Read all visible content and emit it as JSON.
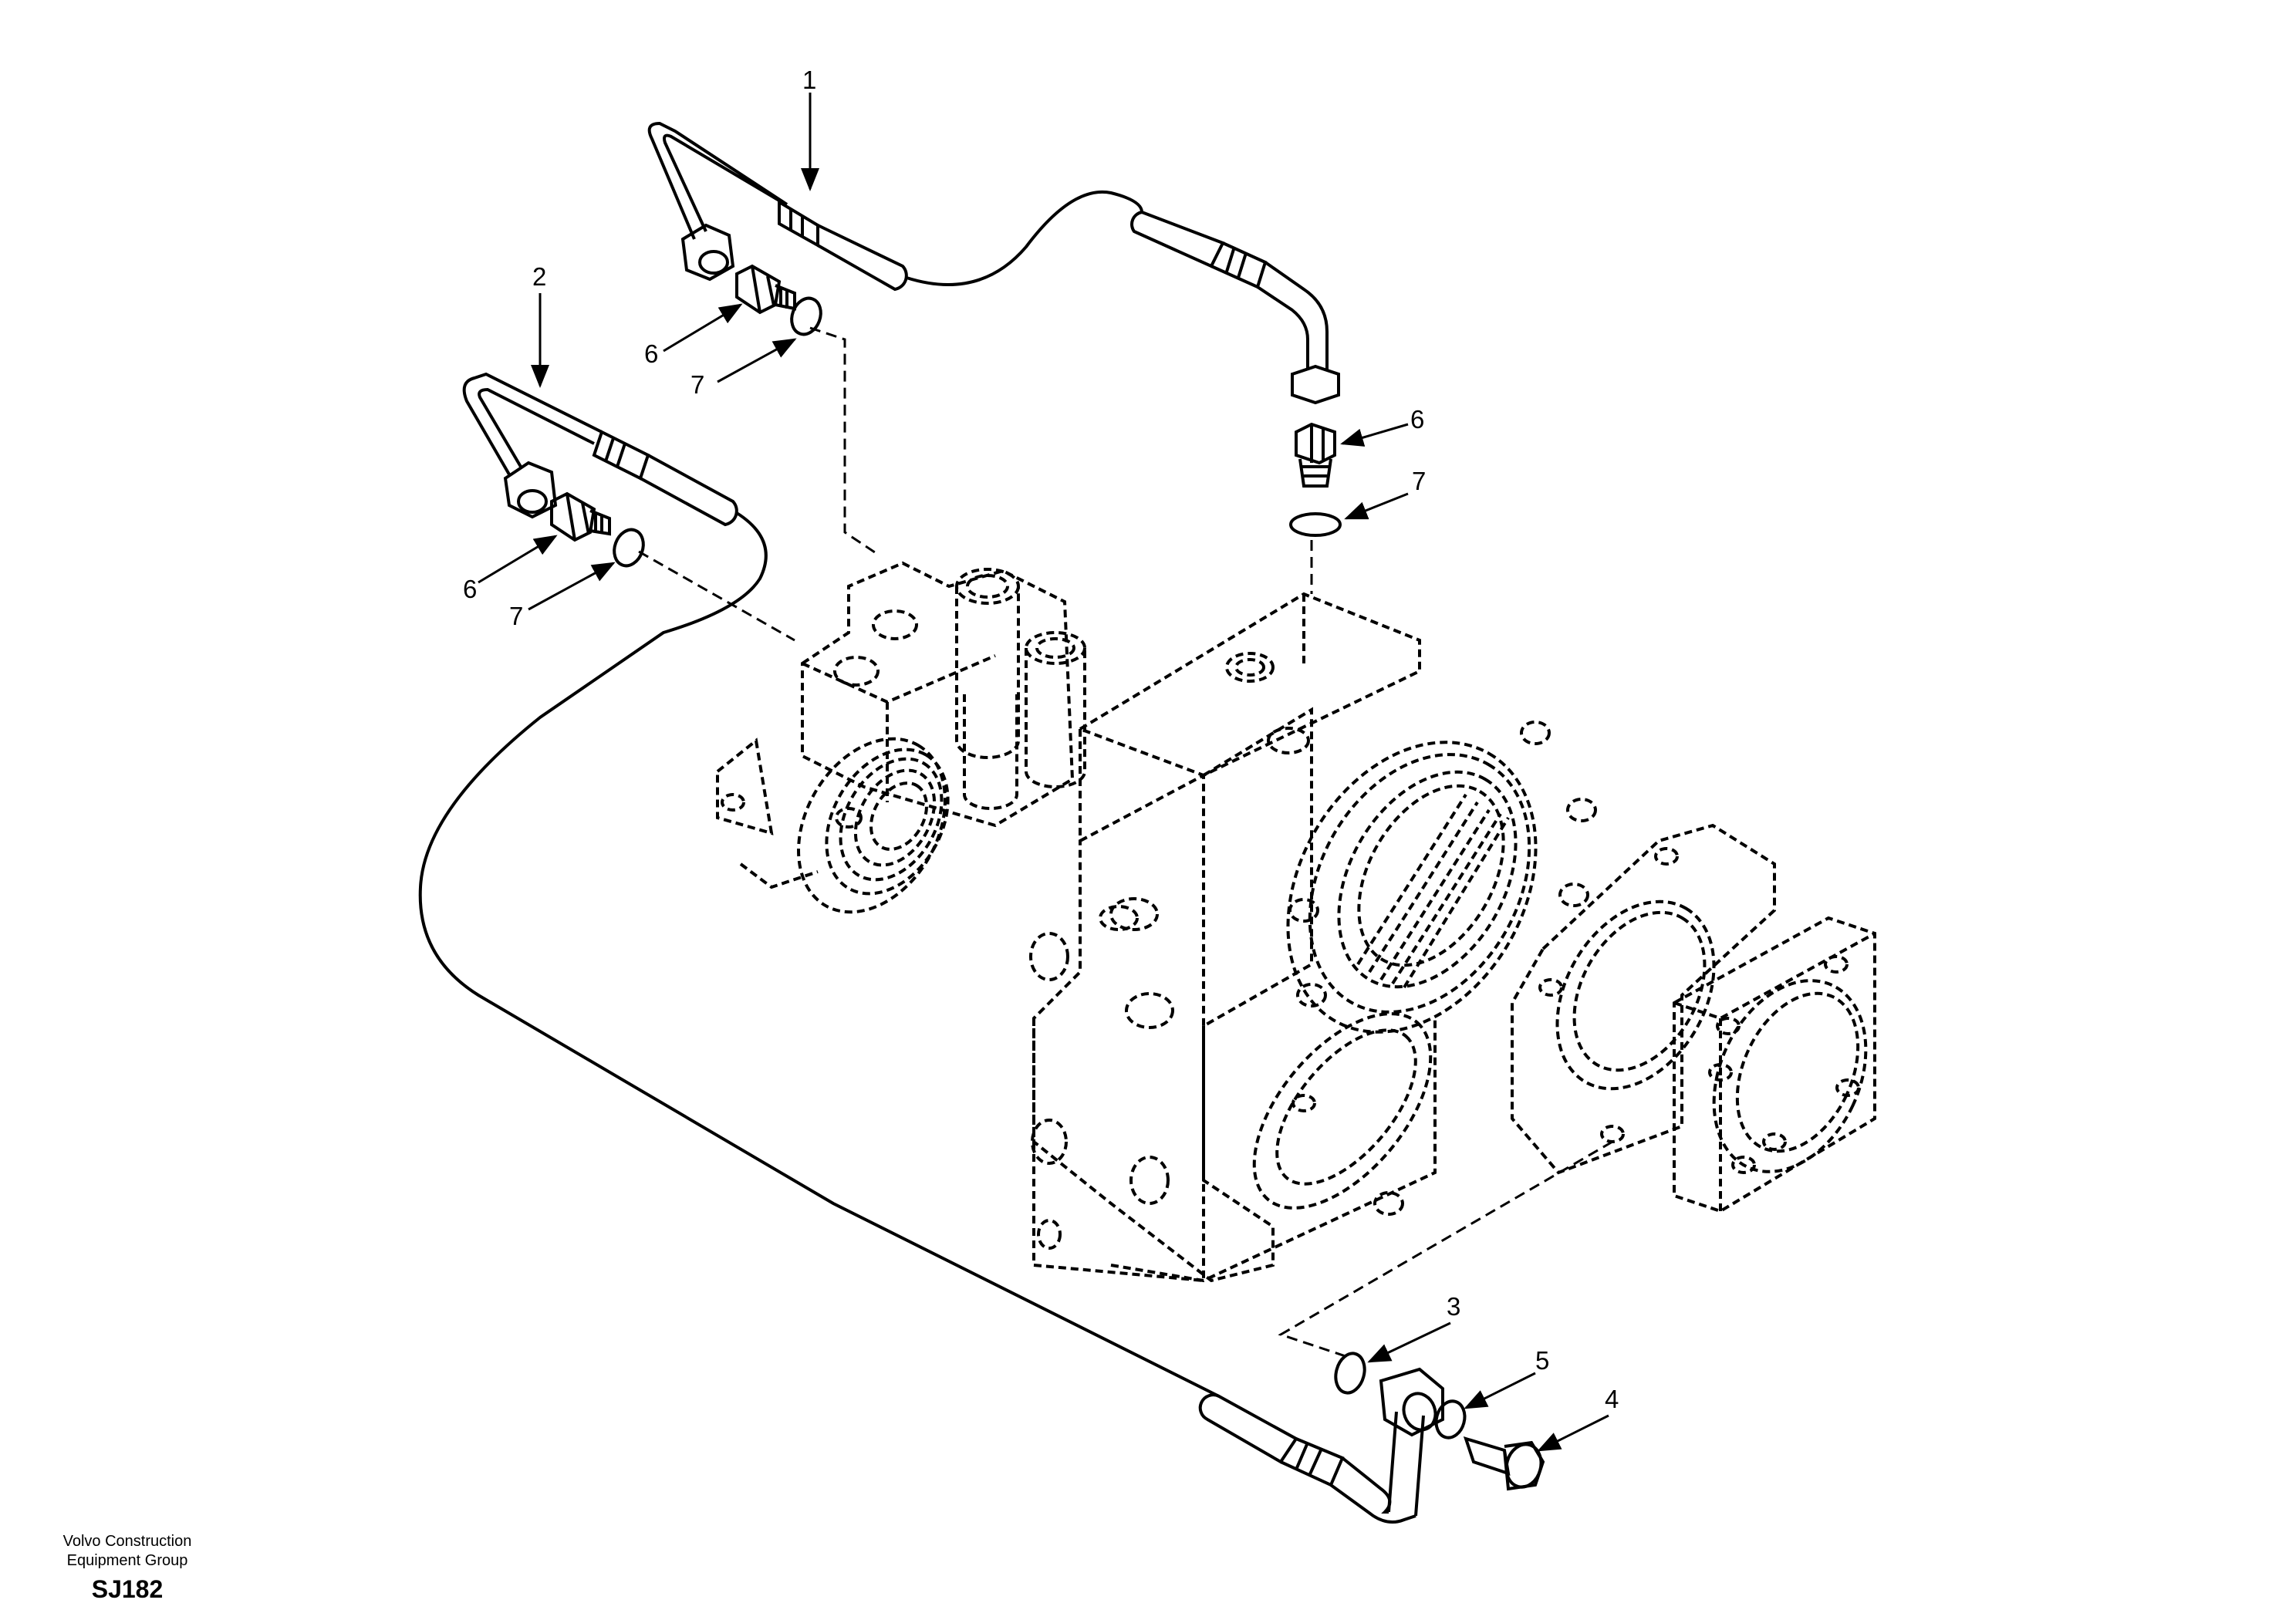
{
  "diagram": {
    "callouts": {
      "c1": "1",
      "c2": "2",
      "c3": "3",
      "c4": "4",
      "c5": "5",
      "c6a": "6",
      "c6b": "6",
      "c6c": "6",
      "c7a": "7",
      "c7b": "7",
      "c7c": "7"
    }
  },
  "footer": {
    "company_line1": "Volvo Construction",
    "company_line2": "Equipment Group",
    "drawing_code": "SJ182"
  },
  "colors": {
    "ink": "#000000",
    "background": "#ffffff"
  }
}
